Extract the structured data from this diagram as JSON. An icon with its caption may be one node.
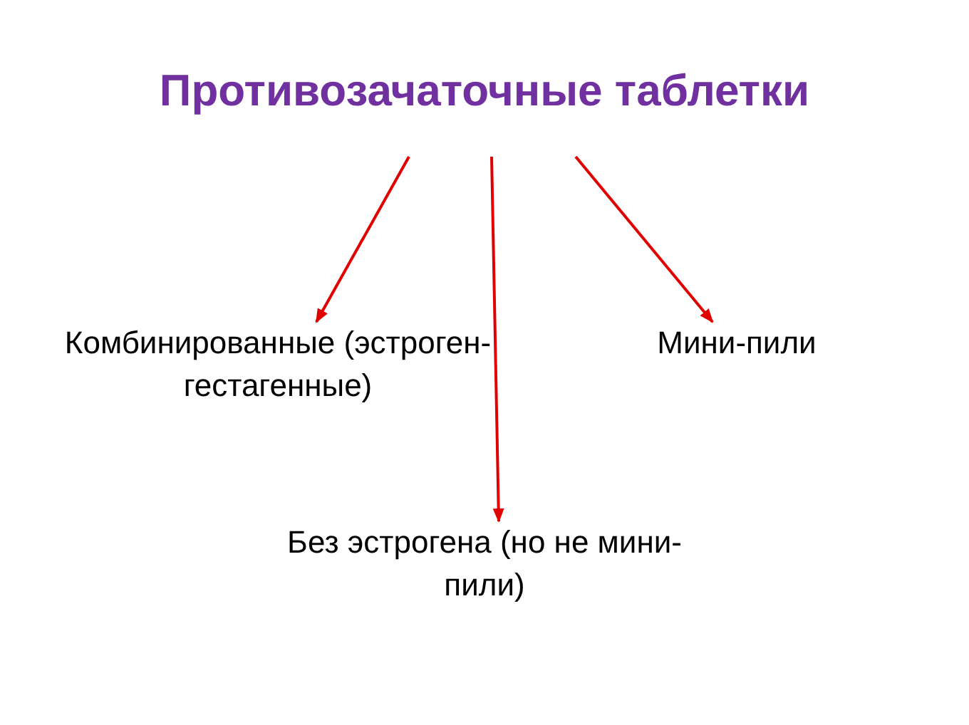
{
  "diagram": {
    "nodes": [
      {
        "text": [
          "Противозачаточные таблетки"
        ]
      },
      {
        "text": [
          "Комбинированные (эстроген-гестагенные)"
        ]
      },
      {
        "text": [
          "Мини-пили"
        ]
      },
      {
        "text": [
          "Без эстрогена (но не мини-пили)"
        ]
      }
    ],
    "edges": [
      {
        "from": 0,
        "to": 1,
        "arrow": "to",
        "color": "#e00000"
      },
      {
        "from": 0,
        "to": 3,
        "arrow": "to",
        "color": "#e00000"
      },
      {
        "from": 0,
        "to": 2,
        "arrow": "to",
        "color": "#e00000"
      }
    ]
  }
}
